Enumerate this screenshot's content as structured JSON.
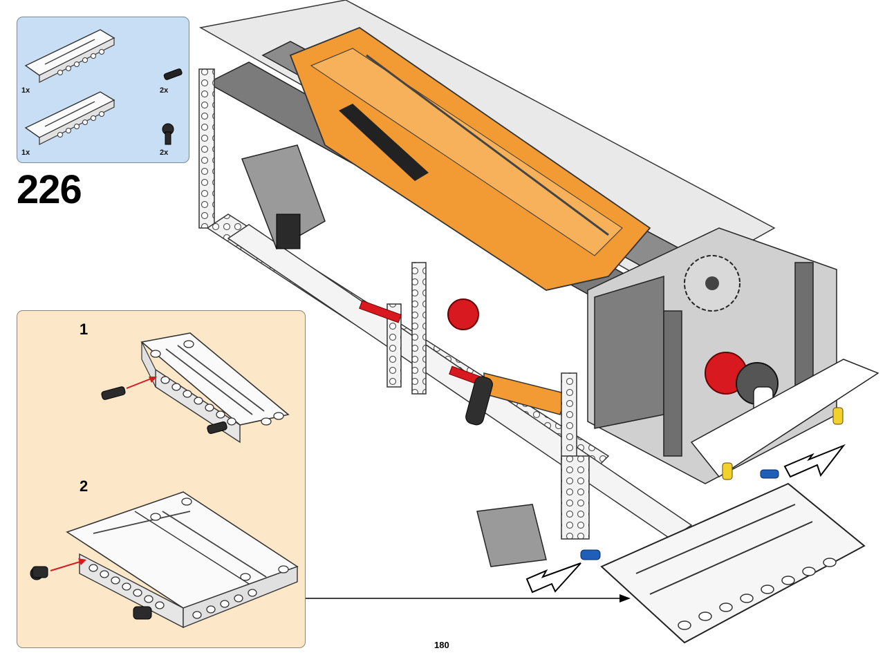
{
  "step_number": "226",
  "page_number": "180",
  "parts_list": [
    {
      "part": "panel-5x11",
      "qty": "1x"
    },
    {
      "part": "pin-with-friction",
      "qty": "2x"
    },
    {
      "part": "panel-5x11-long",
      "qty": "1x"
    },
    {
      "part": "axle-connector-angled",
      "qty": "2x"
    }
  ],
  "substeps": [
    {
      "number": "1"
    },
    {
      "number": "2"
    }
  ],
  "colors": {
    "parts_bg": "#c7def4",
    "substep_bg": "#fce8c9",
    "orange": "#f29a33",
    "gray": "#8a8a8a",
    "white_part": "#f4f4f4",
    "blue_pin": "#1f5fb8",
    "red_part": "#d8191f"
  }
}
